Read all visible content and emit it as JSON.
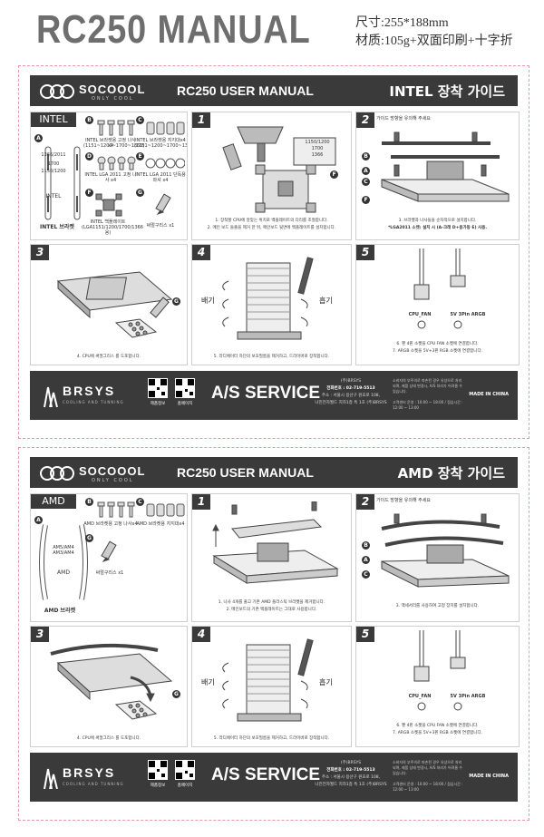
{
  "header": {
    "title": "RC250 MANUAL",
    "spec_size": "尺寸:255*188mm",
    "spec_material": "材质:105g+双面印刷+十字折"
  },
  "common": {
    "logo_name": "SOCOOOL",
    "logo_sub": "ONLY COOL",
    "band_title": "RC250 USER MANUAL",
    "step_labels": [
      "1",
      "2",
      "3",
      "4",
      "5"
    ],
    "exhaust": "배기",
    "intake": "흡기",
    "cpu_fan": "CPU_FAN",
    "argb": "5V 3Pin ARGB",
    "caption3": "4. CPU에 써멀그리스 를 도포합니다.",
    "caption4": "5. 라디에이터 하단의 보호필름을 제거하고, 드라이버로 장착합니다.",
    "caption5a": "6. 팬 4핀 소켓을 CPU FAN 소켓에 연결합니다.",
    "caption5b": "7. ARGB 소켓을 5V+3핀 RGB 소켓에 연결합니다."
  },
  "as": {
    "brand": "BRSYS",
    "brand_sub": "COOLING AND TUNNING",
    "qr1_label": "제품정보",
    "qr2_label": "홈페이지",
    "title": "A/S SERVICE",
    "info": [
      "(주)BRSYS",
      "전화번호 : 02-719-5513",
      "주소 : 서울시 용산구 원효로 108,",
      "나진전자월드 지하1층 특 1호 (주)BRSYS"
    ],
    "notes": "소비자의 부주의로 파손된 경우 유상으로 처리되며, 제품 상태 변경시, A/S 처리가 어려울 수 있습니다.",
    "hours": "고객센터 운영 : 10:00 ~ 18:00 / 점심시간 : 12:00 ~ 13:00",
    "made": "MADE IN CHINA"
  },
  "intel": {
    "platform": "INTEL",
    "guide": "INTEL 장착 가이드",
    "part_a_labels": [
      "1366/2011",
      "1700",
      "1150/1200"
    ],
    "part_a_name": "INTEL",
    "bracket": "INTEL 브라켓",
    "part_b": "INTEL 브라켓용 고정 나사x4",
    "part_b_sub": "(1151~1200~1700~1366)",
    "part_c": "INTEL 브라켓용 지지대x4",
    "part_c_sub": "(1151~1200~1700~1366)",
    "part_d": "INTEL LGA 2011 고정 나사 x4",
    "part_e": "INTEL LGA 2011 단독용 와셔 x4",
    "part_f": "INTEL 백플레이트",
    "part_f_sub": "(LGA1151/1200/1700/1366용)",
    "part_g": "써멀구리스 x1",
    "step1_labels": [
      "1150/1200",
      "1700",
      "1366"
    ],
    "step1_caption1": "1. 장착할 CPU에 알맞는 위치로 백플레이트의 다리를 조절합니다.",
    "step1_caption2": "2. 메인 보드 돌출을 제거 한 뒤, 메인보드 뒷면에 백플레이트를 설치합니다.",
    "step2_tip": "가이드 방향을 유의해 주세요",
    "step2_caption": "3. 브라켓과 나사들을 순차적으로 설치합니다.",
    "step2_note": "*LGA2011 소켓: 설치 시 (A-크래 D+용가동 E) 사용."
  },
  "amd": {
    "platform": "AMD",
    "guide": "AMD 장착 가이드",
    "part_a_labels": [
      "AM5/AM4",
      "AM3/AM4"
    ],
    "part_a_name": "AMD",
    "bracket": "AMD 브라켓",
    "part_b": "AMD 브라켓용 고정 나사x4",
    "part_c": "AMD 브라켓용 지지대x4",
    "part_g": "써멀구리스 x1",
    "step1_caption1": "1. 나사 4개를 풀고 기존 AMD 플라스틱 브라켓을 제거합니다.",
    "step1_caption2": "2. 메인보드의 기존 백플레이트는 그대로 사용합니다.",
    "step2_tip": "가이드 방향을 유의해 주세요",
    "step2_caption": "3. 액세서리를 사용하여 고정 장치를 설치합니다."
  }
}
